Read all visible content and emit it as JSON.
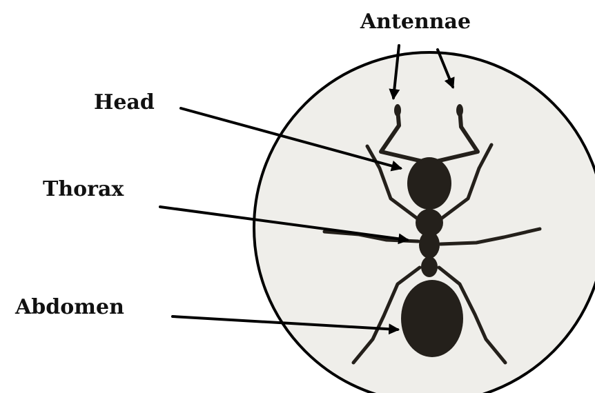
{
  "labels": {
    "antennae": "Antennae",
    "head": "Head",
    "thorax": "Thorax",
    "abdomen": "Abdomen"
  },
  "colors": {
    "circle_fill": "#efeeea",
    "circle_stroke": "#000000",
    "ant": "#24201b",
    "label_text": "#111111",
    "arrow": "#000000"
  }
}
